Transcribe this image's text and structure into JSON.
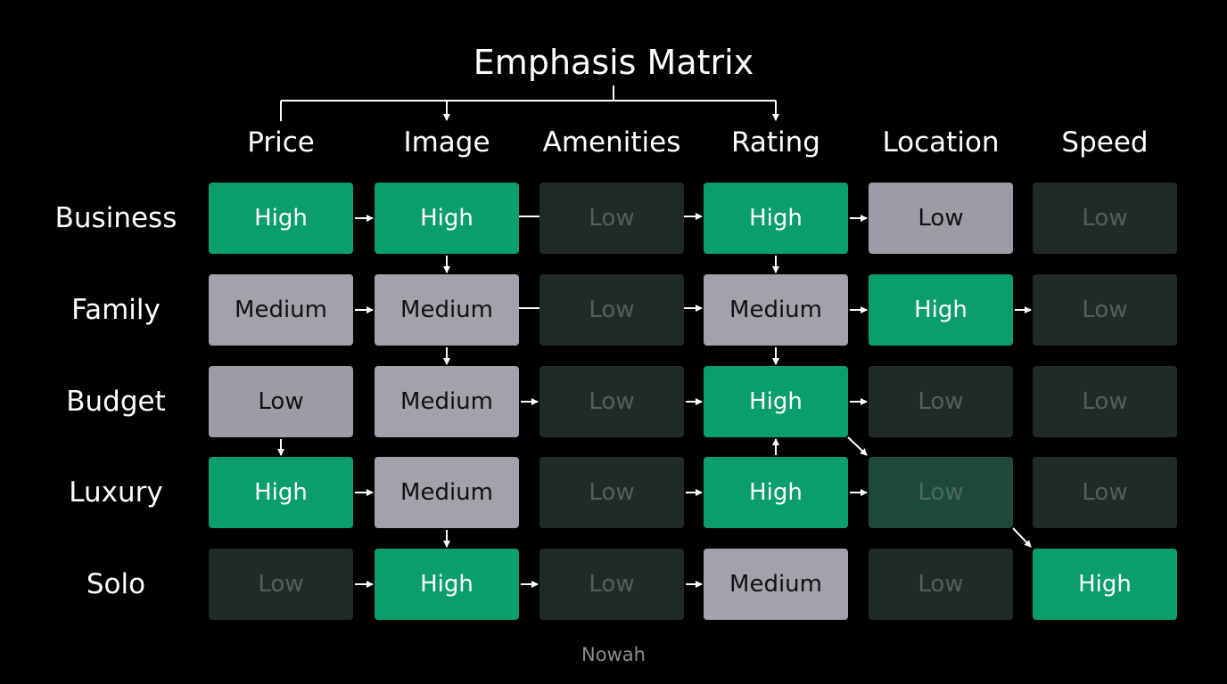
{
  "title": "Emphasis Matrix",
  "columns": [
    "Price",
    "Image",
    "Amenities",
    "Rating",
    "Location",
    "Speed"
  ],
  "rows": [
    {
      "label": "Business",
      "cells": [
        {
          "value": "High",
          "level": "high"
        },
        {
          "value": "High",
          "level": "high"
        },
        {
          "value": "Low",
          "level": "low"
        },
        {
          "value": "High",
          "level": "high"
        },
        {
          "value": "Low",
          "level": "low-lit"
        },
        {
          "value": "Low",
          "level": "low"
        }
      ]
    },
    {
      "label": "Family",
      "cells": [
        {
          "value": "Medium",
          "level": "medium"
        },
        {
          "value": "Medium",
          "level": "medium"
        },
        {
          "value": "Low",
          "level": "low"
        },
        {
          "value": "Medium",
          "level": "medium"
        },
        {
          "value": "High",
          "level": "high"
        },
        {
          "value": "Low",
          "level": "low"
        }
      ]
    },
    {
      "label": "Budget",
      "cells": [
        {
          "value": "Low",
          "level": "low-lit"
        },
        {
          "value": "Medium",
          "level": "medium"
        },
        {
          "value": "Low",
          "level": "low"
        },
        {
          "value": "High",
          "level": "high"
        },
        {
          "value": "Low",
          "level": "low"
        },
        {
          "value": "Low",
          "level": "low"
        }
      ]
    },
    {
      "label": "Luxury",
      "cells": [
        {
          "value": "High",
          "level": "high"
        },
        {
          "value": "Medium",
          "level": "medium"
        },
        {
          "value": "Low",
          "level": "low"
        },
        {
          "value": "High",
          "level": "high"
        },
        {
          "value": "Low",
          "level": "low-tint"
        },
        {
          "value": "Low",
          "level": "low"
        }
      ]
    },
    {
      "label": "Solo",
      "cells": [
        {
          "value": "Low",
          "level": "low"
        },
        {
          "value": "High",
          "level": "high"
        },
        {
          "value": "Low",
          "level": "low"
        },
        {
          "value": "Medium",
          "level": "medium"
        },
        {
          "value": "Low",
          "level": "low"
        },
        {
          "value": "High",
          "level": "high"
        }
      ]
    }
  ],
  "colors": {
    "high": "#0a9e6a",
    "medium": "#a3a1aa",
    "low": "#202b27",
    "connector": "#ffffff"
  },
  "footer": "Nowah"
}
